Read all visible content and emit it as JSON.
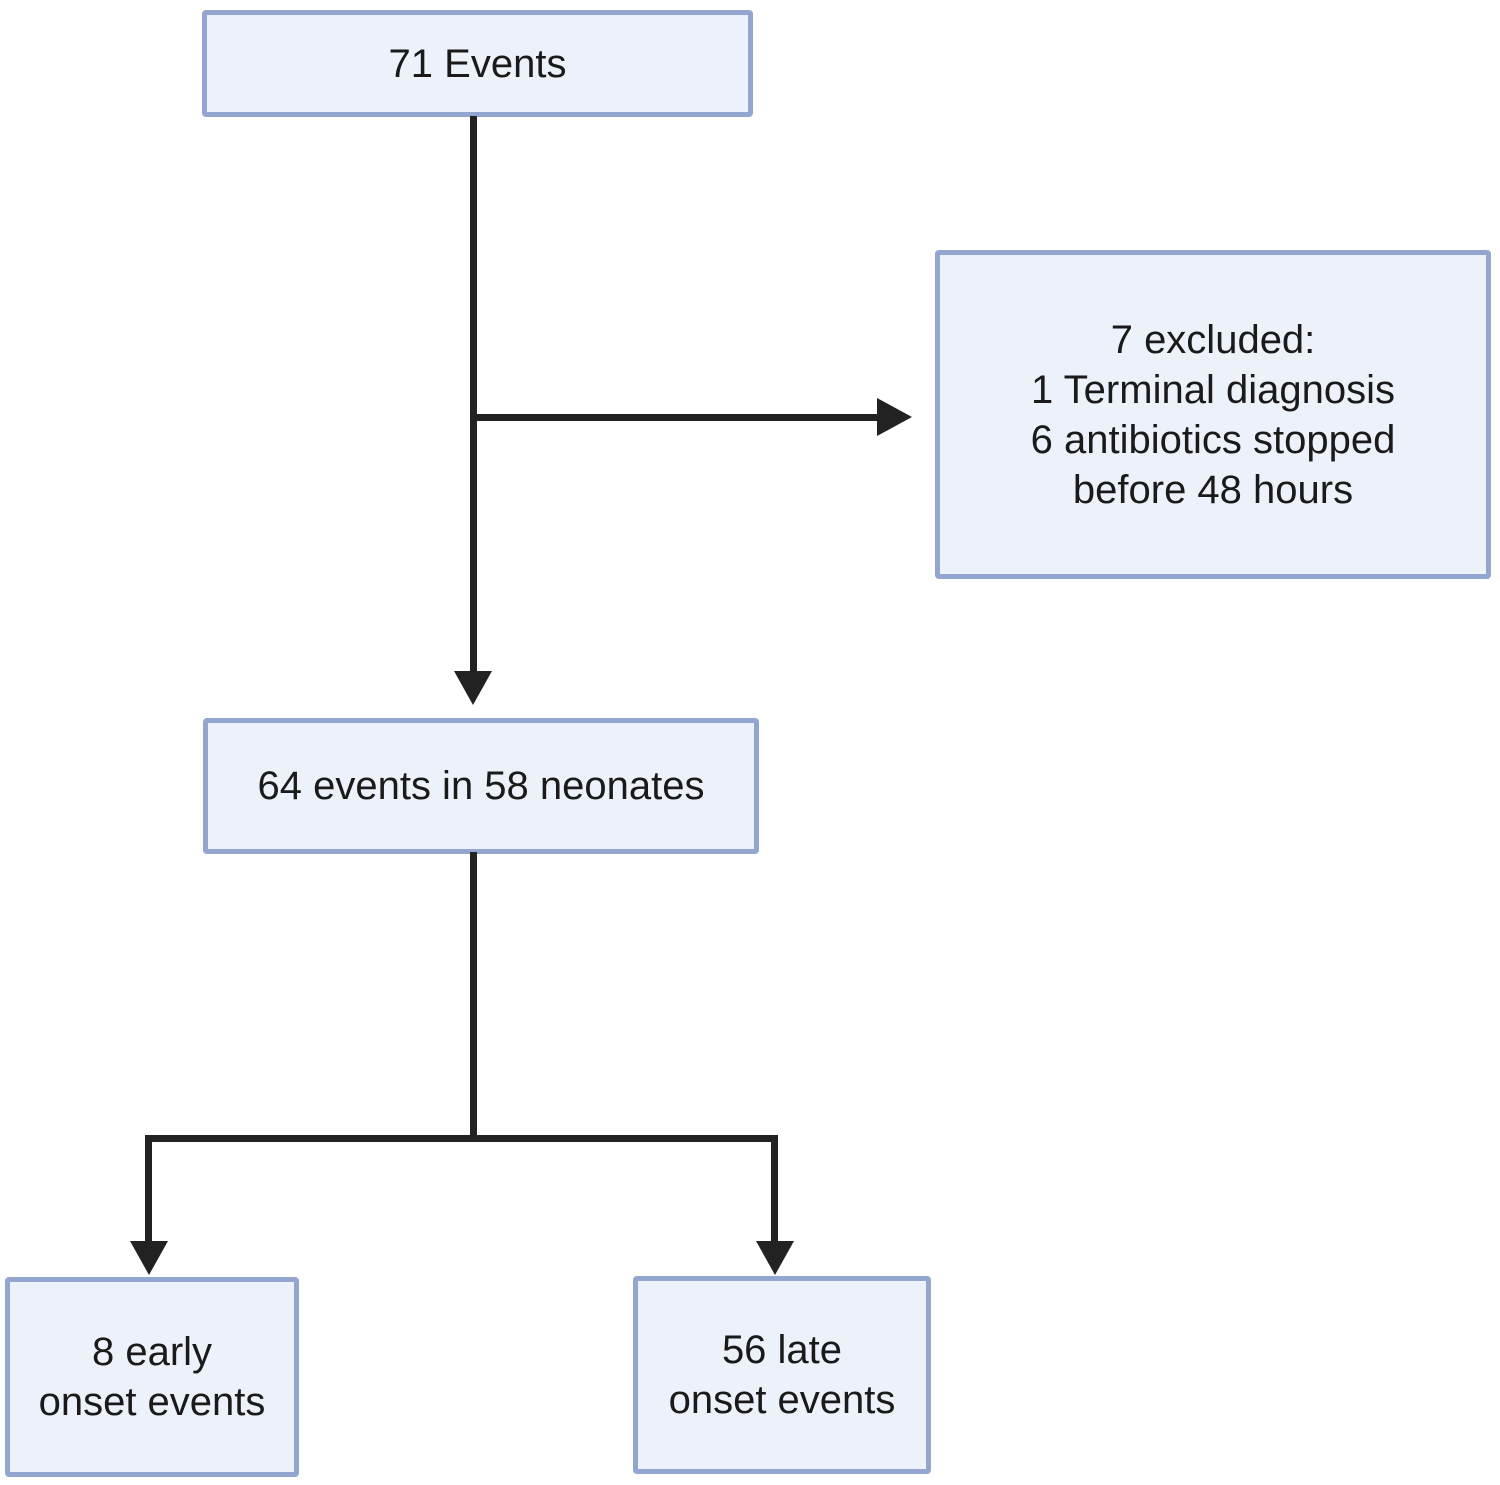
{
  "diagram": {
    "type": "flowchart",
    "colors": {
      "box_fill": "#ecf1fa",
      "box_border": "#92a6d0",
      "arrow": "#222222",
      "text": "#1a1a1a"
    },
    "nodes": {
      "total": {
        "label": "71 Events"
      },
      "excluded": {
        "lines": [
          "7 excluded:",
          "1 Terminal diagnosis",
          "6 antibiotics stopped",
          "before 48 hours"
        ]
      },
      "included": {
        "label": "64 events in 58 neonates"
      },
      "early": {
        "lines": [
          "8 early",
          "onset events"
        ]
      },
      "late": {
        "lines": [
          "56 late",
          "onset events"
        ]
      }
    },
    "edges": [
      {
        "from": "total",
        "to": "included"
      },
      {
        "from": "total",
        "to": "excluded"
      },
      {
        "from": "included",
        "to": "early"
      },
      {
        "from": "included",
        "to": "late"
      }
    ]
  }
}
